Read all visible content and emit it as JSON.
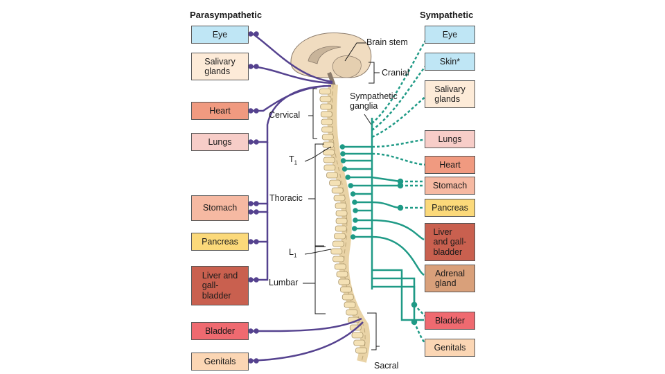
{
  "headers": {
    "parasympathetic": "Parasympathetic",
    "sympathetic": "Sympathetic"
  },
  "parasympathetic_organs": [
    {
      "label": "Eye",
      "color": "#bfe6f5"
    },
    {
      "label": "Salivary\nglands",
      "color": "#fdebd8"
    },
    {
      "label": "Heart",
      "color": "#f09a80"
    },
    {
      "label": "Lungs",
      "color": "#f7cdc8"
    },
    {
      "label": "Stomach",
      "color": "#f6b9a2"
    },
    {
      "label": "Pancreas",
      "color": "#fbd97a"
    },
    {
      "label": "Liver and\ngall-\nbladder",
      "color": "#c9604f"
    },
    {
      "label": "Bladder",
      "color": "#ef6a70"
    },
    {
      "label": "Genitals",
      "color": "#fbd6b4"
    }
  ],
  "sympathetic_organs": [
    {
      "label": "Eye",
      "color": "#bfe6f5"
    },
    {
      "label": "Skin*",
      "color": "#bfe6f5"
    },
    {
      "label": "Salivary\nglands",
      "color": "#fdebd8"
    },
    {
      "label": "Lungs",
      "color": "#f7cdc8"
    },
    {
      "label": "Heart",
      "color": "#f09a80"
    },
    {
      "label": "Stomach",
      "color": "#f6b9a2"
    },
    {
      "label": "Pancreas",
      "color": "#fbd97a"
    },
    {
      "label": "Liver\nand gall-\nbladder",
      "color": "#c9604f"
    },
    {
      "label": "Adrenal\ngland",
      "color": "#d9a07a"
    },
    {
      "label": "Bladder",
      "color": "#ef6a70"
    },
    {
      "label": "Genitals",
      "color": "#fbd6b4"
    }
  ],
  "region_labels": {
    "brain_stem": "Brain stem",
    "cranial": "Cranial",
    "sympathetic_ganglia": "Sympathetic\nganglia",
    "cervical": "Cervical",
    "t1_main": "T",
    "t1_sub": "1",
    "thoracic": "Thoracic",
    "l1_main": "L",
    "l1_sub": "1",
    "lumbar": "Lumbar",
    "sacral": "Sacral"
  },
  "colors": {
    "parasympathetic_nerve": "#55428f",
    "sympathetic_nerve": "#1f9a86",
    "bone": "#f4e1b5",
    "brain": "#f0dcc0"
  }
}
